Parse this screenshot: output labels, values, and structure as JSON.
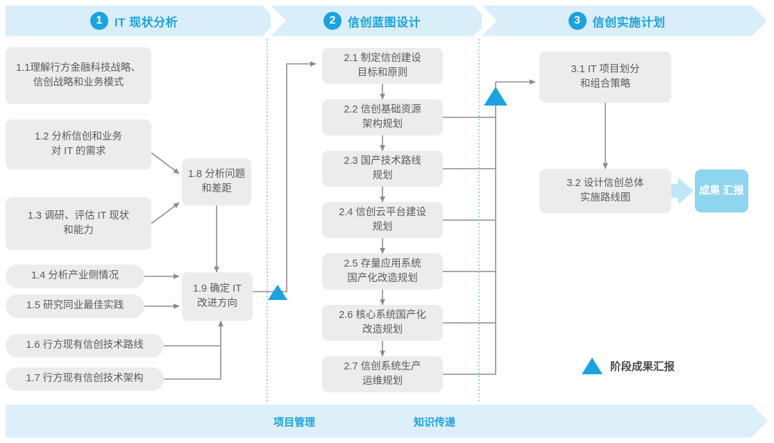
{
  "phases": [
    {
      "num": "1",
      "title": "IT 现状分析"
    },
    {
      "num": "2",
      "title": "信创蓝图设计"
    },
    {
      "num": "3",
      "title": "信创实施计划"
    }
  ],
  "phase1_tasks": [
    {
      "id": "1.1",
      "lines": [
        "1.1理解行方金融科技战略、",
        "信创战略和业务模式"
      ]
    },
    {
      "id": "1.2",
      "lines": [
        "1.2 分析信创和业务",
        "对 IT 的需求"
      ]
    },
    {
      "id": "1.3",
      "lines": [
        "1.3 调研、评估 IT 现状",
        "和能力"
      ]
    },
    {
      "id": "1.4",
      "lines": [
        "1.4 分析产业侧情况"
      ]
    },
    {
      "id": "1.5",
      "lines": [
        "1.5 研究同业最佳实践"
      ]
    },
    {
      "id": "1.6",
      "lines": [
        "1.6 行方现有信创技术路线"
      ]
    },
    {
      "id": "1.7",
      "lines": [
        "1.7 行方现有信创技术架构"
      ]
    },
    {
      "id": "1.8",
      "lines": [
        "1.8 分析问题",
        "和差距"
      ]
    },
    {
      "id": "1.9",
      "lines": [
        "1.9 确定 IT",
        "改进方向"
      ]
    }
  ],
  "phase2_tasks": [
    {
      "id": "2.1",
      "lines": [
        "2.1 制定信创建设",
        "目标和原则"
      ]
    },
    {
      "id": "2.2",
      "lines": [
        "2.2 信创基础资源",
        "架构规划"
      ]
    },
    {
      "id": "2.3",
      "lines": [
        "2.3 国产技术路线",
        "规划"
      ]
    },
    {
      "id": "2.4",
      "lines": [
        "2.4 信创云平台建设",
        "规划"
      ]
    },
    {
      "id": "2.5",
      "lines": [
        "2.5 存量应用系统",
        "国产化改造规划"
      ]
    },
    {
      "id": "2.6",
      "lines": [
        "2.6 核心系统国产化",
        "改造规划"
      ]
    },
    {
      "id": "2.7",
      "lines": [
        "2.7 信创系统生产",
        "运维规划"
      ]
    }
  ],
  "phase3_tasks": [
    {
      "id": "3.1",
      "lines": [
        "3.1 IT 项目划分",
        "和组合策略"
      ]
    },
    {
      "id": "3.2",
      "lines": [
        "3.2 设计信创总体",
        "实施路线图"
      ]
    }
  ],
  "result": {
    "lines": [
      "成果",
      "汇报"
    ]
  },
  "legend": {
    "label": "阶段成果汇报",
    "icon": "triangle-up-icon"
  },
  "footer": {
    "labels": [
      "项目管理",
      "知识传递"
    ]
  },
  "colors": {
    "accent": "#1aa3e0",
    "band": "#d9eef9",
    "band_bottom": "#ddeff9",
    "box_fill": "#ececec",
    "box_text": "#5d5a58",
    "result_fill": "#8ed6ef",
    "result_arrow": "#bfe6f7",
    "connector": "#8c8c8c",
    "divider": "#6ec6e8"
  }
}
